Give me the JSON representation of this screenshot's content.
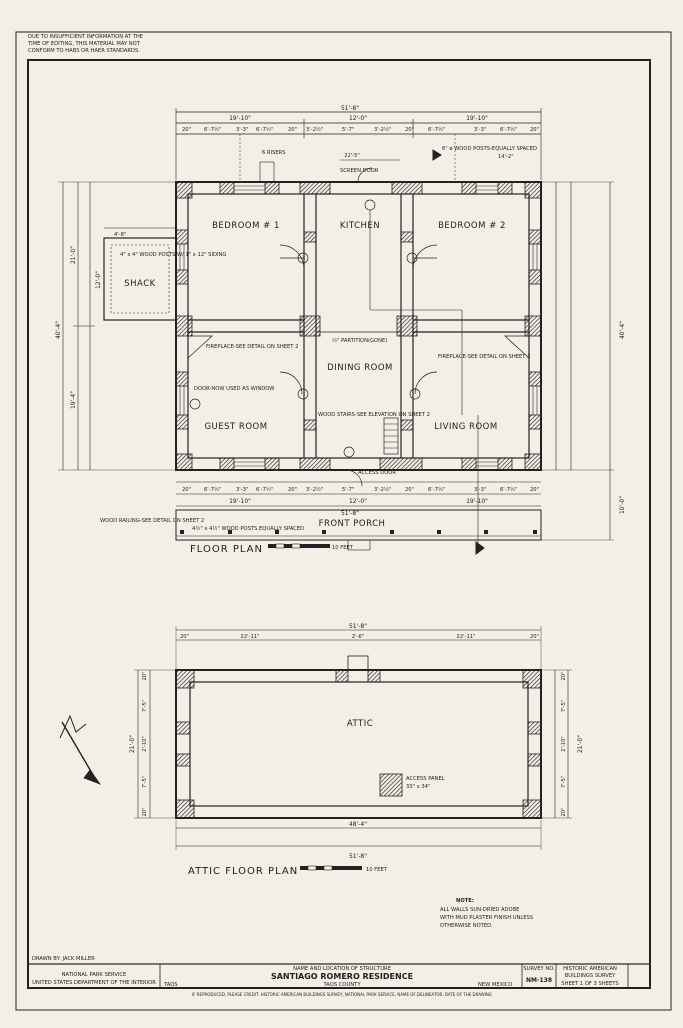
{
  "header_note": [
    "DUE TO INSUFFICIENT INFORMATION AT THE",
    "TIME OF EDITING, THIS MATERIAL MAY NOT",
    "CONFORM TO HABS OR HAER STANDARDS."
  ],
  "floor_plan": {
    "title": "FLOOR PLAN",
    "scale_note": "10 FEET",
    "rooms": {
      "bedroom1": "BEDROOM # 1",
      "kitchen": "KITCHEN",
      "bedroom2": "BEDROOM # 2",
      "shack": "SHACK",
      "dining": "DINING ROOM",
      "guest": "GUEST ROOM",
      "living": "LIVING ROOM",
      "porch": "FRONT PORCH"
    },
    "dims": {
      "overall_top": "51'-8\"",
      "overall_bottom": "51'-8\"",
      "top_left": "19'-10\"",
      "top_mid": "12'-0\"",
      "top_right": "19'-10\"",
      "top_row": [
        "20\"",
        "6'-7½\"",
        "3'-3\"",
        "6'-7½\"",
        "20\"",
        "3'-2½\"",
        "5'-7\"",
        "3'-2½\"",
        "20\"",
        "6'-7½\"",
        "3'-3\"",
        "6'-7½\"",
        "20\""
      ],
      "bottom_row": [
        "20\"",
        "6'-7½\"",
        "3'-3\"",
        "6'-7½\"",
        "20\"",
        "3'-2½\"",
        "5'-7\"",
        "3'-2½\"",
        "20\"",
        "6'-7½\"",
        "3'-3\"",
        "6'-7½\"",
        "20\""
      ],
      "bottom_left": "19'-10\"",
      "bottom_mid": "12'-0\"",
      "bottom_right": "19'-10\"",
      "left_side": "40'-4\"",
      "right_side": "40'-4\"",
      "left_upper": "21'-0\"",
      "left_lower": "19'-4\"",
      "porch_depth": "10'-0\"",
      "shack_w": "4'-8\"",
      "shack_h": "12'-0\"",
      "rear_w": "22'-5\"",
      "bath_w": "14'-2\""
    },
    "notes": {
      "wood_posts_top": "6\" ø WOOD POSTS-EQUALLY SPACED",
      "wood_posts_shack": "4\" x 4\" WOOD POSTS W/ 1\" x 12\" SIDING",
      "screen_door": "SCREEN DOOR",
      "six_risers": "6 RISERS",
      "fireplace_left": "FIREPLACE-SEE DETAIL ON SHEET 2",
      "fireplace_right": "FIREPLACE-SEE DETAIL ON SHEET 2",
      "partition": "½\" PARTITION(GONE)",
      "door_used_as_window": "DOOR-NOW USED AS WINDOW",
      "wood_stairs": "WOOD STAIRS-SEE ELEVATION ON SHEET 2",
      "access_door": "ACCESS DOOR",
      "wood_railing": "WOOD RAILING-SEE DETAIL ON SHEET 2",
      "porch_posts": "4½\" x 4½\" WOOD POSTS EQUALLY SPACED"
    }
  },
  "attic_plan": {
    "room": "ATTIC",
    "title": "ATTIC FLOOR PLAN",
    "scale_note": "10 FEET",
    "dims": {
      "overall_top": "51'-8\"",
      "top_row": [
        "20\"",
        "22'-11\"",
        "2'-6\"",
        "22'-11\"",
        "20\""
      ],
      "inner_bottom": "48'-4\"",
      "overall_bottom": "51'-8\"",
      "left_side": "21'-0\"",
      "right_side": "21'-0\"",
      "left_row": [
        "20\"",
        "7'-5\"",
        "2'-10\"",
        "7'-5\"",
        "20\""
      ],
      "right_row": [
        "20\"",
        "7'-5\"",
        "2'-10\"",
        "7'-5\"",
        "20\""
      ]
    },
    "access_panel": [
      "ACCESS PANEL",
      "33\" x 34\""
    ]
  },
  "general_note": [
    "NOTE:",
    "ALL WALLS SUN-DRIED ADOBE",
    "WITH MUD PLASTER FINISH UNLESS",
    "OTHERWISE NOTED."
  ],
  "title_block": {
    "drawn_by": "DRAWN BY: JACK MILLER",
    "agency_1": "NATIONAL PARK SERVICE",
    "agency_2": "UNITED STATES DEPARTMENT OF THE INTERIOR",
    "structure_label": "NAME AND LOCATION OF STRUCTURE",
    "structure_name": "SANTIAGO ROMERO RESIDENCE",
    "city": "TAOS",
    "county": "TAOS COUNTY",
    "state": "NEW MEXICO",
    "survey_label": "SURVEY NO.",
    "survey_no": "NM-138",
    "program_1": "HISTORIC AMERICAN",
    "program_2": "BUILDINGS SURVEY",
    "sheet": "SHEET 1 OF 3 SHEETS",
    "footer": "IF REPRODUCED, PLEASE CREDIT: HISTORIC AMERICAN BUILDINGS SURVEY, NATIONAL PARK SERVICE, NAME OF DELINEATOR, DATE OF THE DRAWING"
  }
}
